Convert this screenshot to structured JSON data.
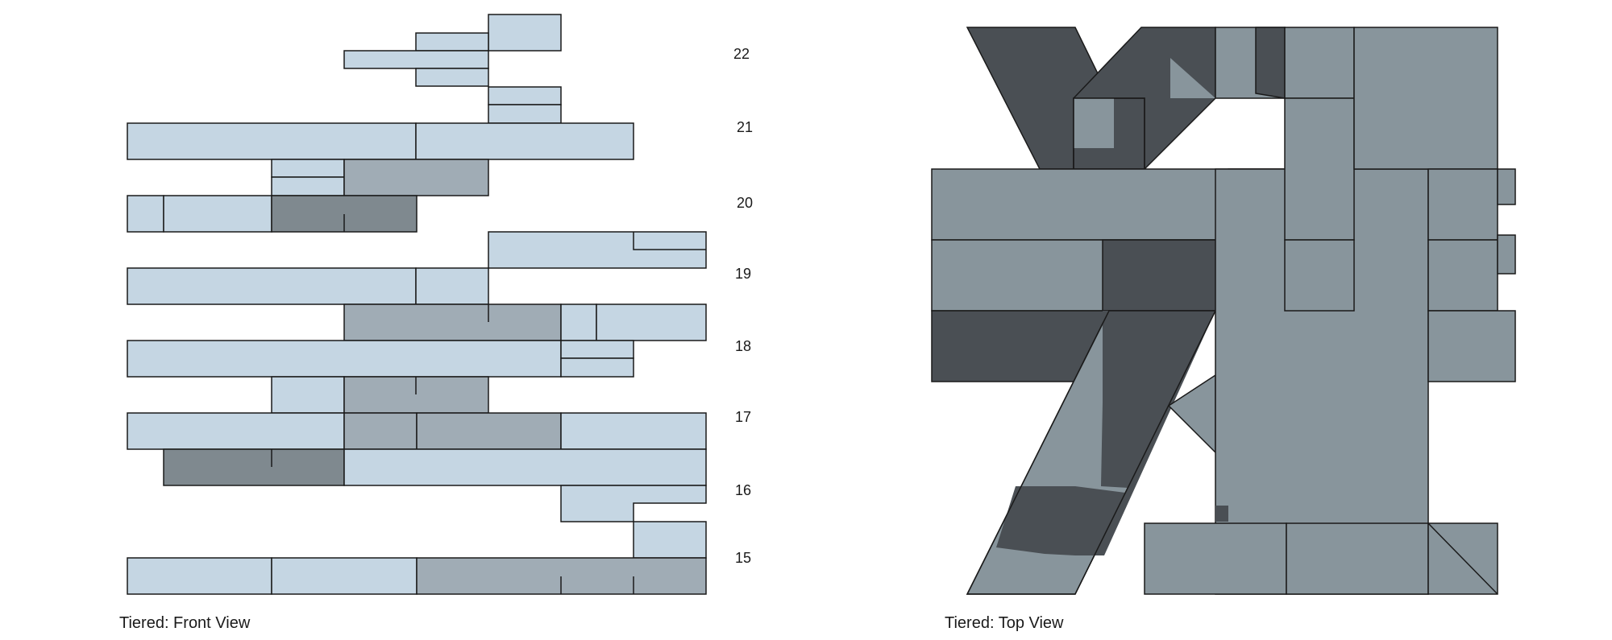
{
  "front_view": {
    "caption": "Tiered: Front View",
    "levels": [
      "22",
      "21",
      "20",
      "19",
      "18",
      "17",
      "16",
      "15"
    ]
  },
  "top_view": {
    "caption": "Tiered: Top View"
  },
  "colors": {
    "light_block": "#c5d6e3",
    "mid_block": "#a0acb5",
    "dark_block": "#7f898f",
    "top_mid": "#88959c",
    "top_dark": "#4a4f54",
    "stroke": "#1a1a1a",
    "text": "#1a1a1a",
    "background": "#ffffff"
  }
}
